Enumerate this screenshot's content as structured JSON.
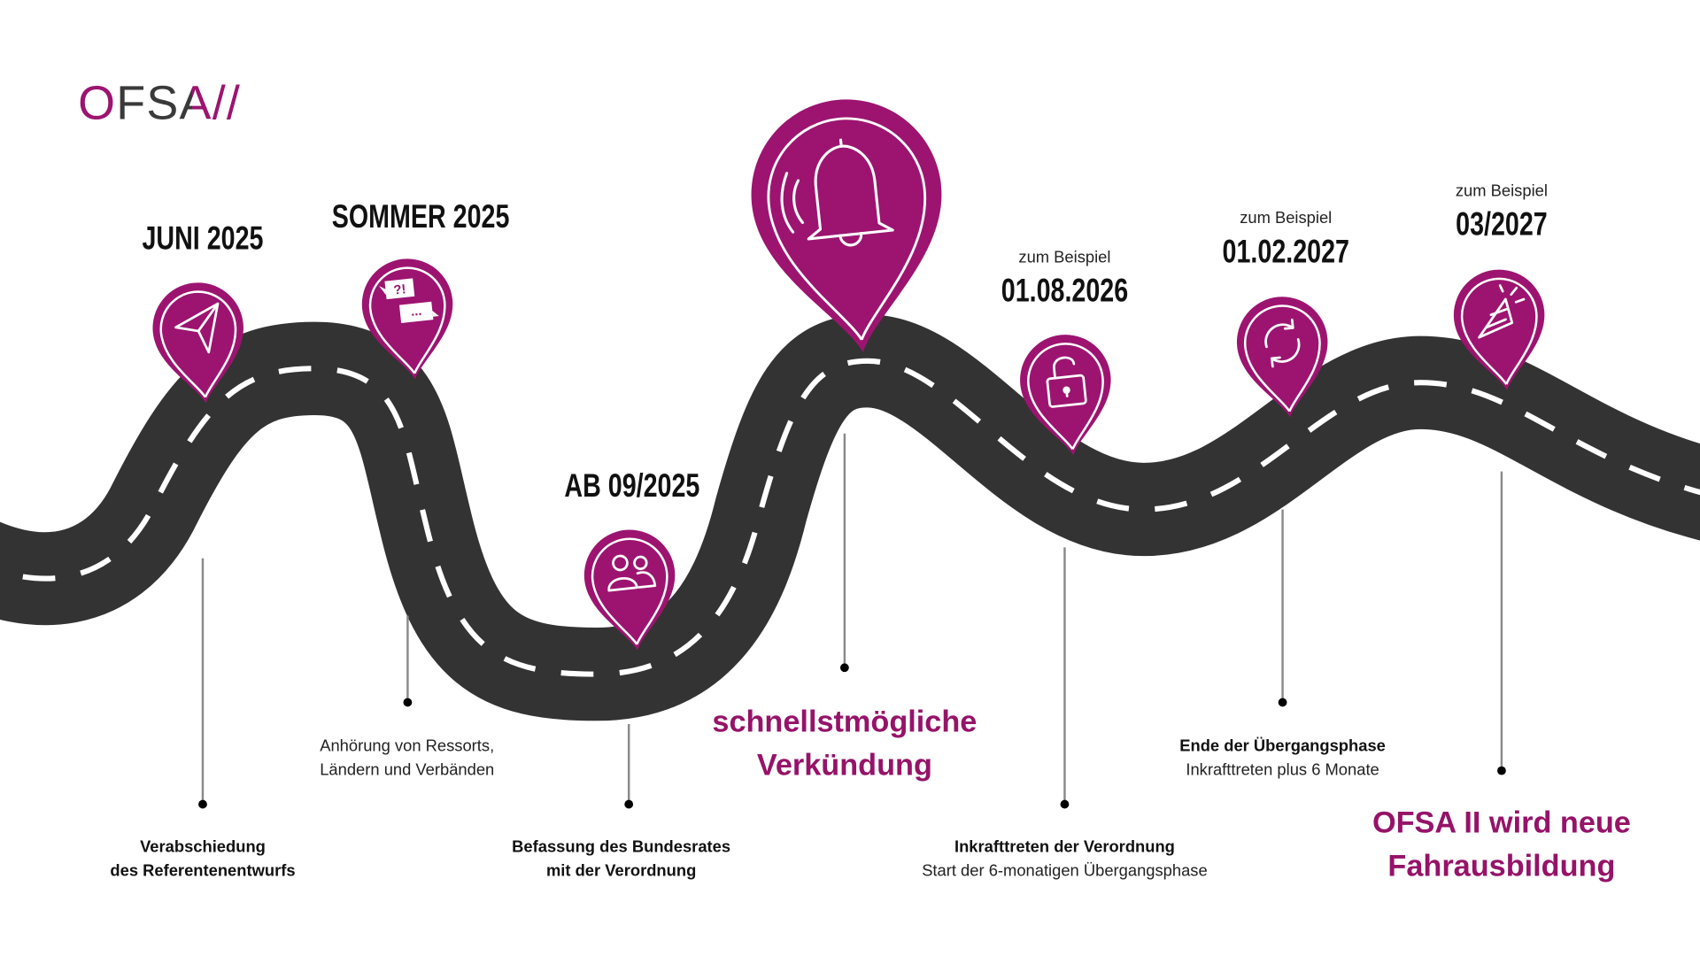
{
  "logo": {
    "text": "OFSA//"
  },
  "colors": {
    "brand": "#9c1470",
    "road": "#333333",
    "text": "#111111"
  },
  "milestones": [
    {
      "date": "JUNI 2025",
      "icon": "paper-plane-icon",
      "title": "Verabschiedung",
      "desc": "des Referentenentwurfs"
    },
    {
      "date": "SOMMER 2025",
      "icon": "speech-bubbles-icon",
      "icon_text_1": "?!",
      "icon_text_2": "...",
      "line1": "Anhörung von Ressorts,",
      "line2": "Ländern und Verbänden"
    },
    {
      "date": "AB 09/2025",
      "icon": "people-icon",
      "title": "Befassung des Bundesrates",
      "desc": "mit der Verordnung"
    },
    {
      "icon": "bell-icon",
      "line1": "schnellstmögliche",
      "line2": "Verkündung"
    },
    {
      "prefix": "zum Beispiel",
      "date": "01.08.2026",
      "icon": "unlock-icon",
      "title": "Inkrafttreten der Verordnung",
      "desc": "Start der 6-monatigen Übergangsphase"
    },
    {
      "prefix": "zum Beispiel",
      "date": "01.02.2027",
      "icon": "refresh-icon",
      "title": "Ende der Übergangsphase",
      "desc": "Inkrafttreten plus 6 Monate"
    },
    {
      "prefix": "zum Beispiel",
      "date": "03/2027",
      "icon": "party-popper-icon",
      "line1": "OFSA II wird neue",
      "line2": "Fahrausbildung"
    }
  ]
}
